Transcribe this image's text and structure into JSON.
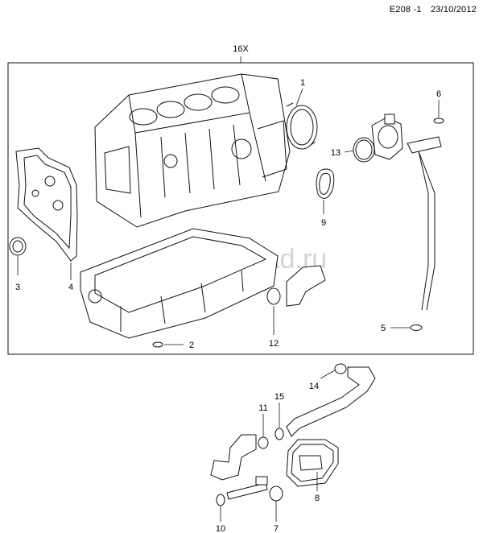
{
  "header": {
    "code": "E208 -1",
    "date": "23/10/2012"
  },
  "group_label": "16X",
  "watermark": "omaklad.ru",
  "callouts": {
    "c1": "1",
    "c2": "2",
    "c3": "3",
    "c4": "4",
    "c5": "5",
    "c6": "6",
    "c7": "7",
    "c8": "8",
    "c9": "9",
    "c10": "10",
    "c11": "11",
    "c12": "12",
    "c13": "13",
    "c14": "14",
    "c15": "15"
  }
}
